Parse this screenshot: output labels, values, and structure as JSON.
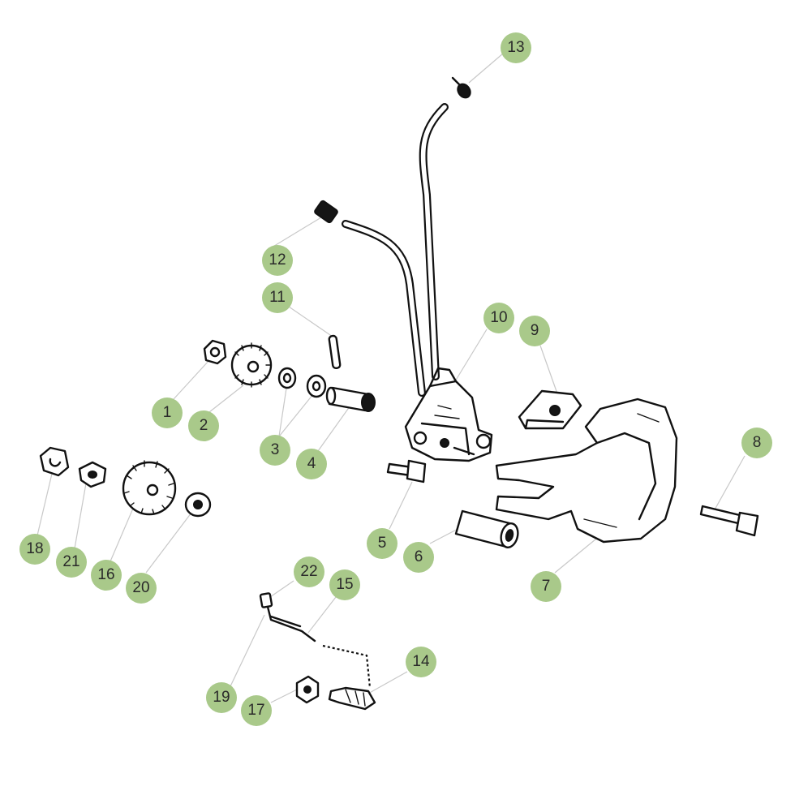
{
  "diagram": {
    "callout_color": "#a9c98a",
    "leader_color": "#c8c8c8",
    "callouts": [
      {
        "id": "13",
        "label": "13"
      },
      {
        "id": "12",
        "label": "12"
      },
      {
        "id": "11",
        "label": "11"
      },
      {
        "id": "10",
        "label": "10"
      },
      {
        "id": "9",
        "label": "9"
      },
      {
        "id": "8",
        "label": "8"
      },
      {
        "id": "1",
        "label": "1"
      },
      {
        "id": "2",
        "label": "2"
      },
      {
        "id": "3",
        "label": "3"
      },
      {
        "id": "4",
        "label": "4"
      },
      {
        "id": "5",
        "label": "5"
      },
      {
        "id": "6",
        "label": "6"
      },
      {
        "id": "7",
        "label": "7"
      },
      {
        "id": "18",
        "label": "18"
      },
      {
        "id": "21",
        "label": "21"
      },
      {
        "id": "16",
        "label": "16"
      },
      {
        "id": "20",
        "label": "20"
      },
      {
        "id": "22",
        "label": "22"
      },
      {
        "id": "15",
        "label": "15"
      },
      {
        "id": "14",
        "label": "14"
      },
      {
        "id": "19",
        "label": "19"
      },
      {
        "id": "17",
        "label": "17"
      }
    ]
  }
}
